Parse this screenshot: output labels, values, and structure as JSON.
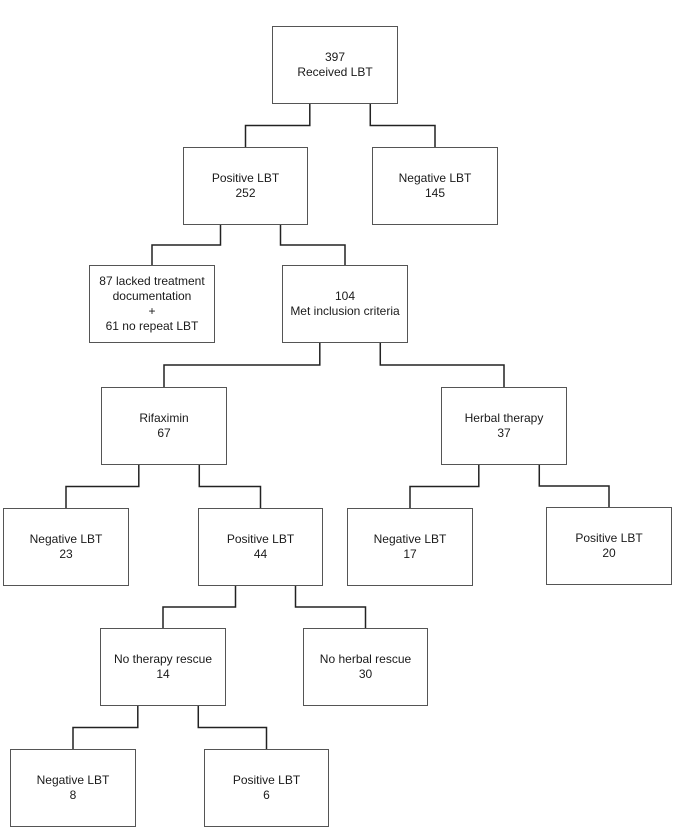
{
  "nodes": {
    "received": {
      "lines": [
        "397",
        "Received LBT"
      ]
    },
    "pos252": {
      "lines": [
        "Positive LBT",
        "252"
      ]
    },
    "neg145": {
      "lines": [
        "Negative LBT",
        "145"
      ]
    },
    "excluded": {
      "lines": [
        "87 lacked treatment",
        "documentation",
        "+",
        "61 no repeat LBT"
      ]
    },
    "met104": {
      "lines": [
        "104",
        "Met inclusion criteria"
      ]
    },
    "rifaximin": {
      "lines": [
        "Rifaximin",
        "67"
      ]
    },
    "herbal": {
      "lines": [
        "Herbal therapy",
        "37"
      ]
    },
    "neg23": {
      "lines": [
        "Negative LBT",
        "23"
      ]
    },
    "pos44": {
      "lines": [
        "Positive LBT",
        "44"
      ]
    },
    "neg17": {
      "lines": [
        "Negative LBT",
        "17"
      ]
    },
    "pos20": {
      "lines": [
        "Positive LBT",
        "20"
      ]
    },
    "norescue": {
      "lines": [
        "No therapy rescue",
        "14"
      ]
    },
    "herbalrescue": {
      "lines": [
        "No herbal rescue",
        "30"
      ]
    },
    "neg8": {
      "lines": [
        "Negative LBT",
        "8"
      ]
    },
    "pos6": {
      "lines": [
        "Positive LBT",
        "6"
      ]
    }
  },
  "edges": [
    [
      "received",
      "pos252"
    ],
    [
      "received",
      "neg145"
    ],
    [
      "pos252",
      "excluded"
    ],
    [
      "pos252",
      "met104"
    ],
    [
      "met104",
      "rifaximin"
    ],
    [
      "met104",
      "herbal"
    ],
    [
      "rifaximin",
      "neg23"
    ],
    [
      "rifaximin",
      "pos44"
    ],
    [
      "herbal",
      "neg17"
    ],
    [
      "herbal",
      "pos20"
    ],
    [
      "pos44",
      "norescue"
    ],
    [
      "pos44",
      "herbalrescue"
    ],
    [
      "norescue",
      "neg8"
    ],
    [
      "norescue",
      "pos6"
    ]
  ]
}
